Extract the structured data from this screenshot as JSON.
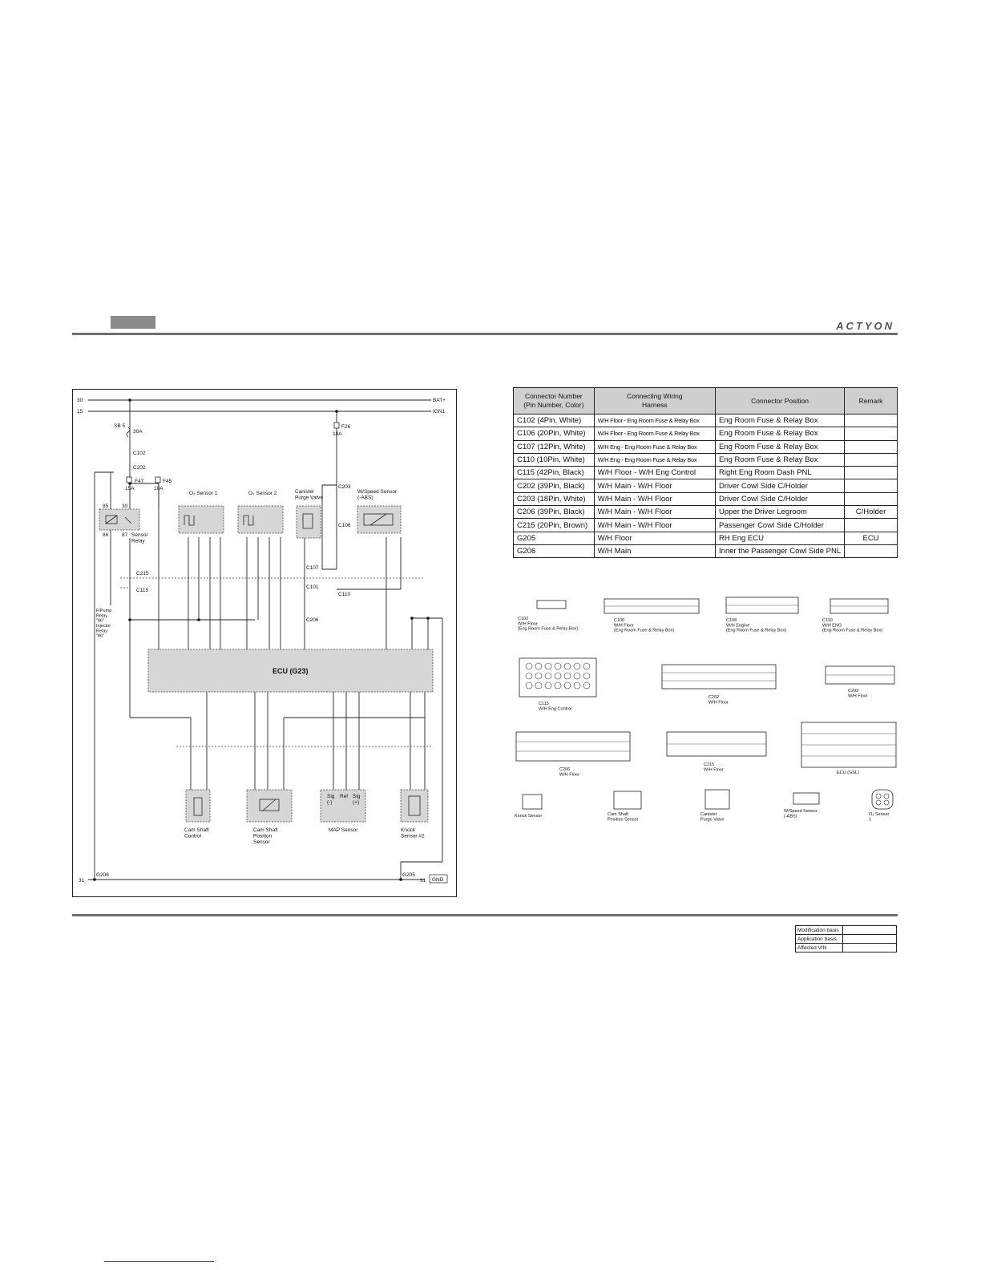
{
  "header": {
    "brand": "ACTYON"
  },
  "diagram": {
    "rails": {
      "r30": "30",
      "r15": "15",
      "bat": "BAT+",
      "ign": "IGN1",
      "r31a": "31",
      "r31b": "31",
      "gnd": "GND",
      "g206": "G206",
      "g205": "G205"
    },
    "fuses": {
      "sb5": "SB 5",
      "sb5a": "30A",
      "f47": "F47",
      "f47a": "15A",
      "f45": "F45",
      "f45a": "10A",
      "f26": "F26",
      "f26a": "10A"
    },
    "relay": {
      "name": "Sensor\nRelay",
      "p85": "85",
      "p30": "30",
      "p86": "86",
      "p87": "87"
    },
    "fpump": "F/Pump\nRelay\n\"86\"\nInjector\nRelay\n\"86\"",
    "components": {
      "o2s1": "O₂ Sensor 1",
      "o2s2": "O₂ Sensor 2",
      "canister": "Canister\nPurge Valve",
      "wspeed": "W/Speed Sensor\n(-ABS)",
      "ecu": "ECU (G23)",
      "camctl": "Cam Shaft\nControl",
      "campos": "Cam Shaft\nPosition\nSensor",
      "map": "MAP Sensor",
      "knock": "Knock\nSensor #2"
    },
    "connectors": {
      "c102": "C102",
      "c202": "C202",
      "c215": "C215",
      "c115": "C115",
      "c203": "C203",
      "c106": "C106",
      "c107": "C107",
      "c101": "C101",
      "c206": "C206",
      "c110": "C110"
    },
    "map_pins": {
      "a": "Sig\n(-)",
      "b": "Ref",
      "c": "Sig\n(+)"
    }
  },
  "connector_table": {
    "headers": [
      "Connector Number\n(Pin Number, Color)",
      "Connecting Wiring\nHarness",
      "Connector Position",
      "Remark"
    ],
    "rows": [
      [
        "C102 (4Pin, White)",
        "W/H Floor - Eng Room Fuse & Relay Box",
        "Eng Room Fuse & Relay Box",
        ""
      ],
      [
        "C106 (20Pin, White)",
        "W/H Floor - Eng Room Fuse & Relay Box",
        "Eng Room Fuse & Relay Box",
        ""
      ],
      [
        "C107 (12Pin, White)",
        "W/H Eng - Eng Room Fuse & Relay Box",
        "Eng Room Fuse & Relay Box",
        ""
      ],
      [
        "C110 (10Pin, White)",
        "W/H Eng - Eng Room Fuse & Relay Box",
        "Eng Room Fuse & Relay Box",
        ""
      ],
      [
        "C115 (42Pin, Black)",
        "W/H Floor - W/H Eng Control",
        "Right Eng Room Dash PNL",
        ""
      ],
      [
        "C202 (39Pin, Black)",
        "W/H Main - W/H Floor",
        "Driver Cowl Side C/Holder",
        ""
      ],
      [
        "C203 (18Pin, White)",
        "W/H Main - W/H Floor",
        "Driver Cowl Side C/Holder",
        ""
      ],
      [
        "C206 (39Pin, Black)",
        "W/H Main - W/H Floor",
        "Upper the Driver Legroom",
        "C/Holder"
      ],
      [
        "C215 (20Pin, Brown)",
        "W/H Main - W/H Floor",
        "Passenger Cowl Side C/Holder",
        ""
      ],
      [
        "G205",
        "W/H Floor",
        "RH Eng ECU",
        "ECU"
      ],
      [
        "G206",
        "W/H Main",
        "Inner the Passenger Cowl Side PNL",
        ""
      ]
    ]
  },
  "pinouts": {
    "c102": "C102\nW/H Floor\n(Eng Room Fuse & Relay Box)",
    "c106": "C106\nW/H Floor\n(Eng Room Fuse & Relay Box)",
    "c108": "C108\nW/H Engine\n(Eng Room Fuse & Relay Box)",
    "c110": "C110\nW/H ENG\n(Eng Room Fuse & Relay Box)",
    "c115": "C115\nW/H Eng Control",
    "c202": "C202\nW/H Floor",
    "c203": "C203\nW/H Floor",
    "c206": "C206\nW/H Floor",
    "c215": "C215\nW/H Floor",
    "ecu": "ECU (GSL)",
    "knock": "Knock Sensor",
    "camshaft": "Cam Shaft\nPosition Sensor",
    "canister": "Canister\nPurge Valve",
    "wspeed": "W/Speed Sensor\n(-ABS)",
    "o2": "O₂ Sensor\n1"
  },
  "modification": {
    "rows": [
      "Modification basis",
      "Application basis",
      "Affected VIN"
    ]
  }
}
